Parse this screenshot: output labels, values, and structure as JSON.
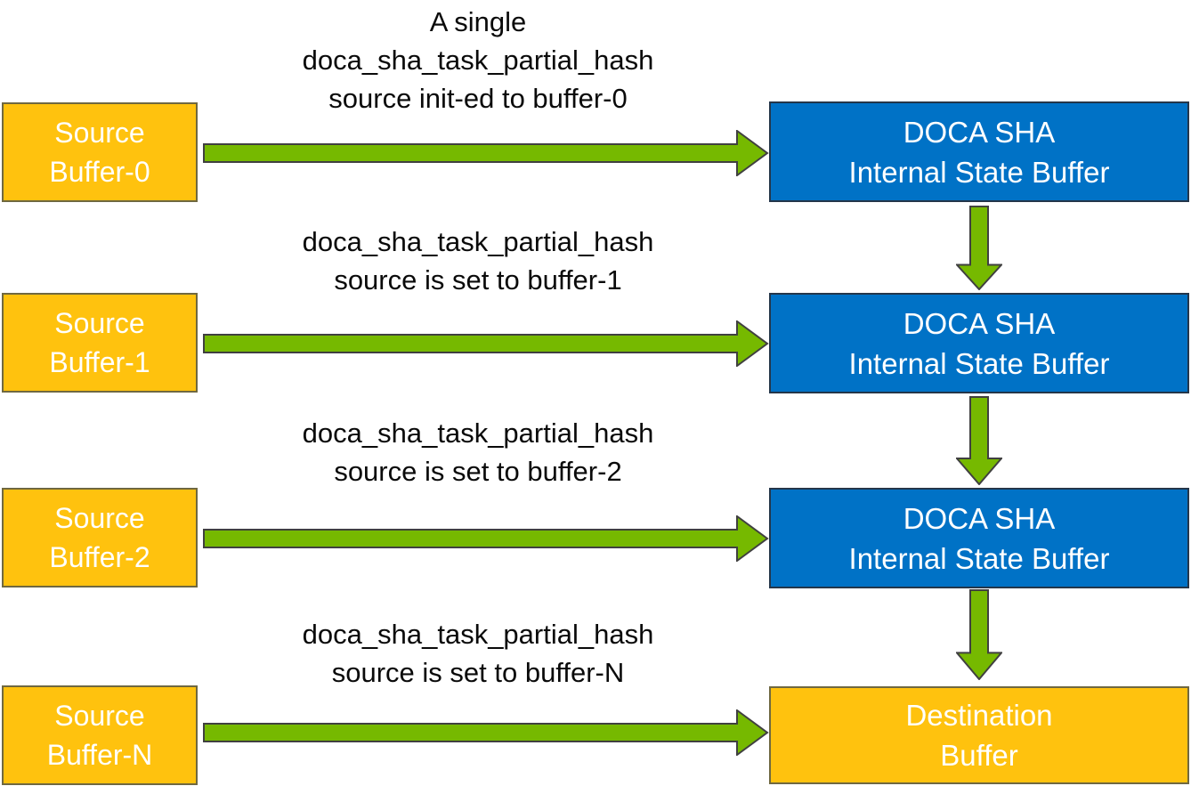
{
  "colors": {
    "source_box_fill": "#FFC20E",
    "state_box_fill": "#0072C6",
    "arrow_fill": "#76B900",
    "arrow_outline": "#404040",
    "box_text": "#ffffff",
    "label_text": "#0a0a0a"
  },
  "source_buffers": [
    {
      "label": "Source\nBuffer-0"
    },
    {
      "label": "Source\nBuffer-1"
    },
    {
      "label": "Source\nBuffer-2"
    },
    {
      "label": "Source\nBuffer-N"
    }
  ],
  "pipeline_boxes": [
    {
      "label": "DOCA SHA\nInternal State Buffer"
    },
    {
      "label": "DOCA SHA\nInternal State Buffer"
    },
    {
      "label": "DOCA SHA\nInternal State Buffer"
    },
    {
      "label": "Destination\nBuffer"
    }
  ],
  "arrow_labels": [
    "A single\ndoca_sha_task_partial_hash\nsource init-ed to buffer-0",
    "doca_sha_task_partial_hash\nsource is set to buffer-1",
    "doca_sha_task_partial_hash\nsource is set to buffer-2",
    "doca_sha_task_partial_hash\nsource is set to buffer-N"
  ]
}
